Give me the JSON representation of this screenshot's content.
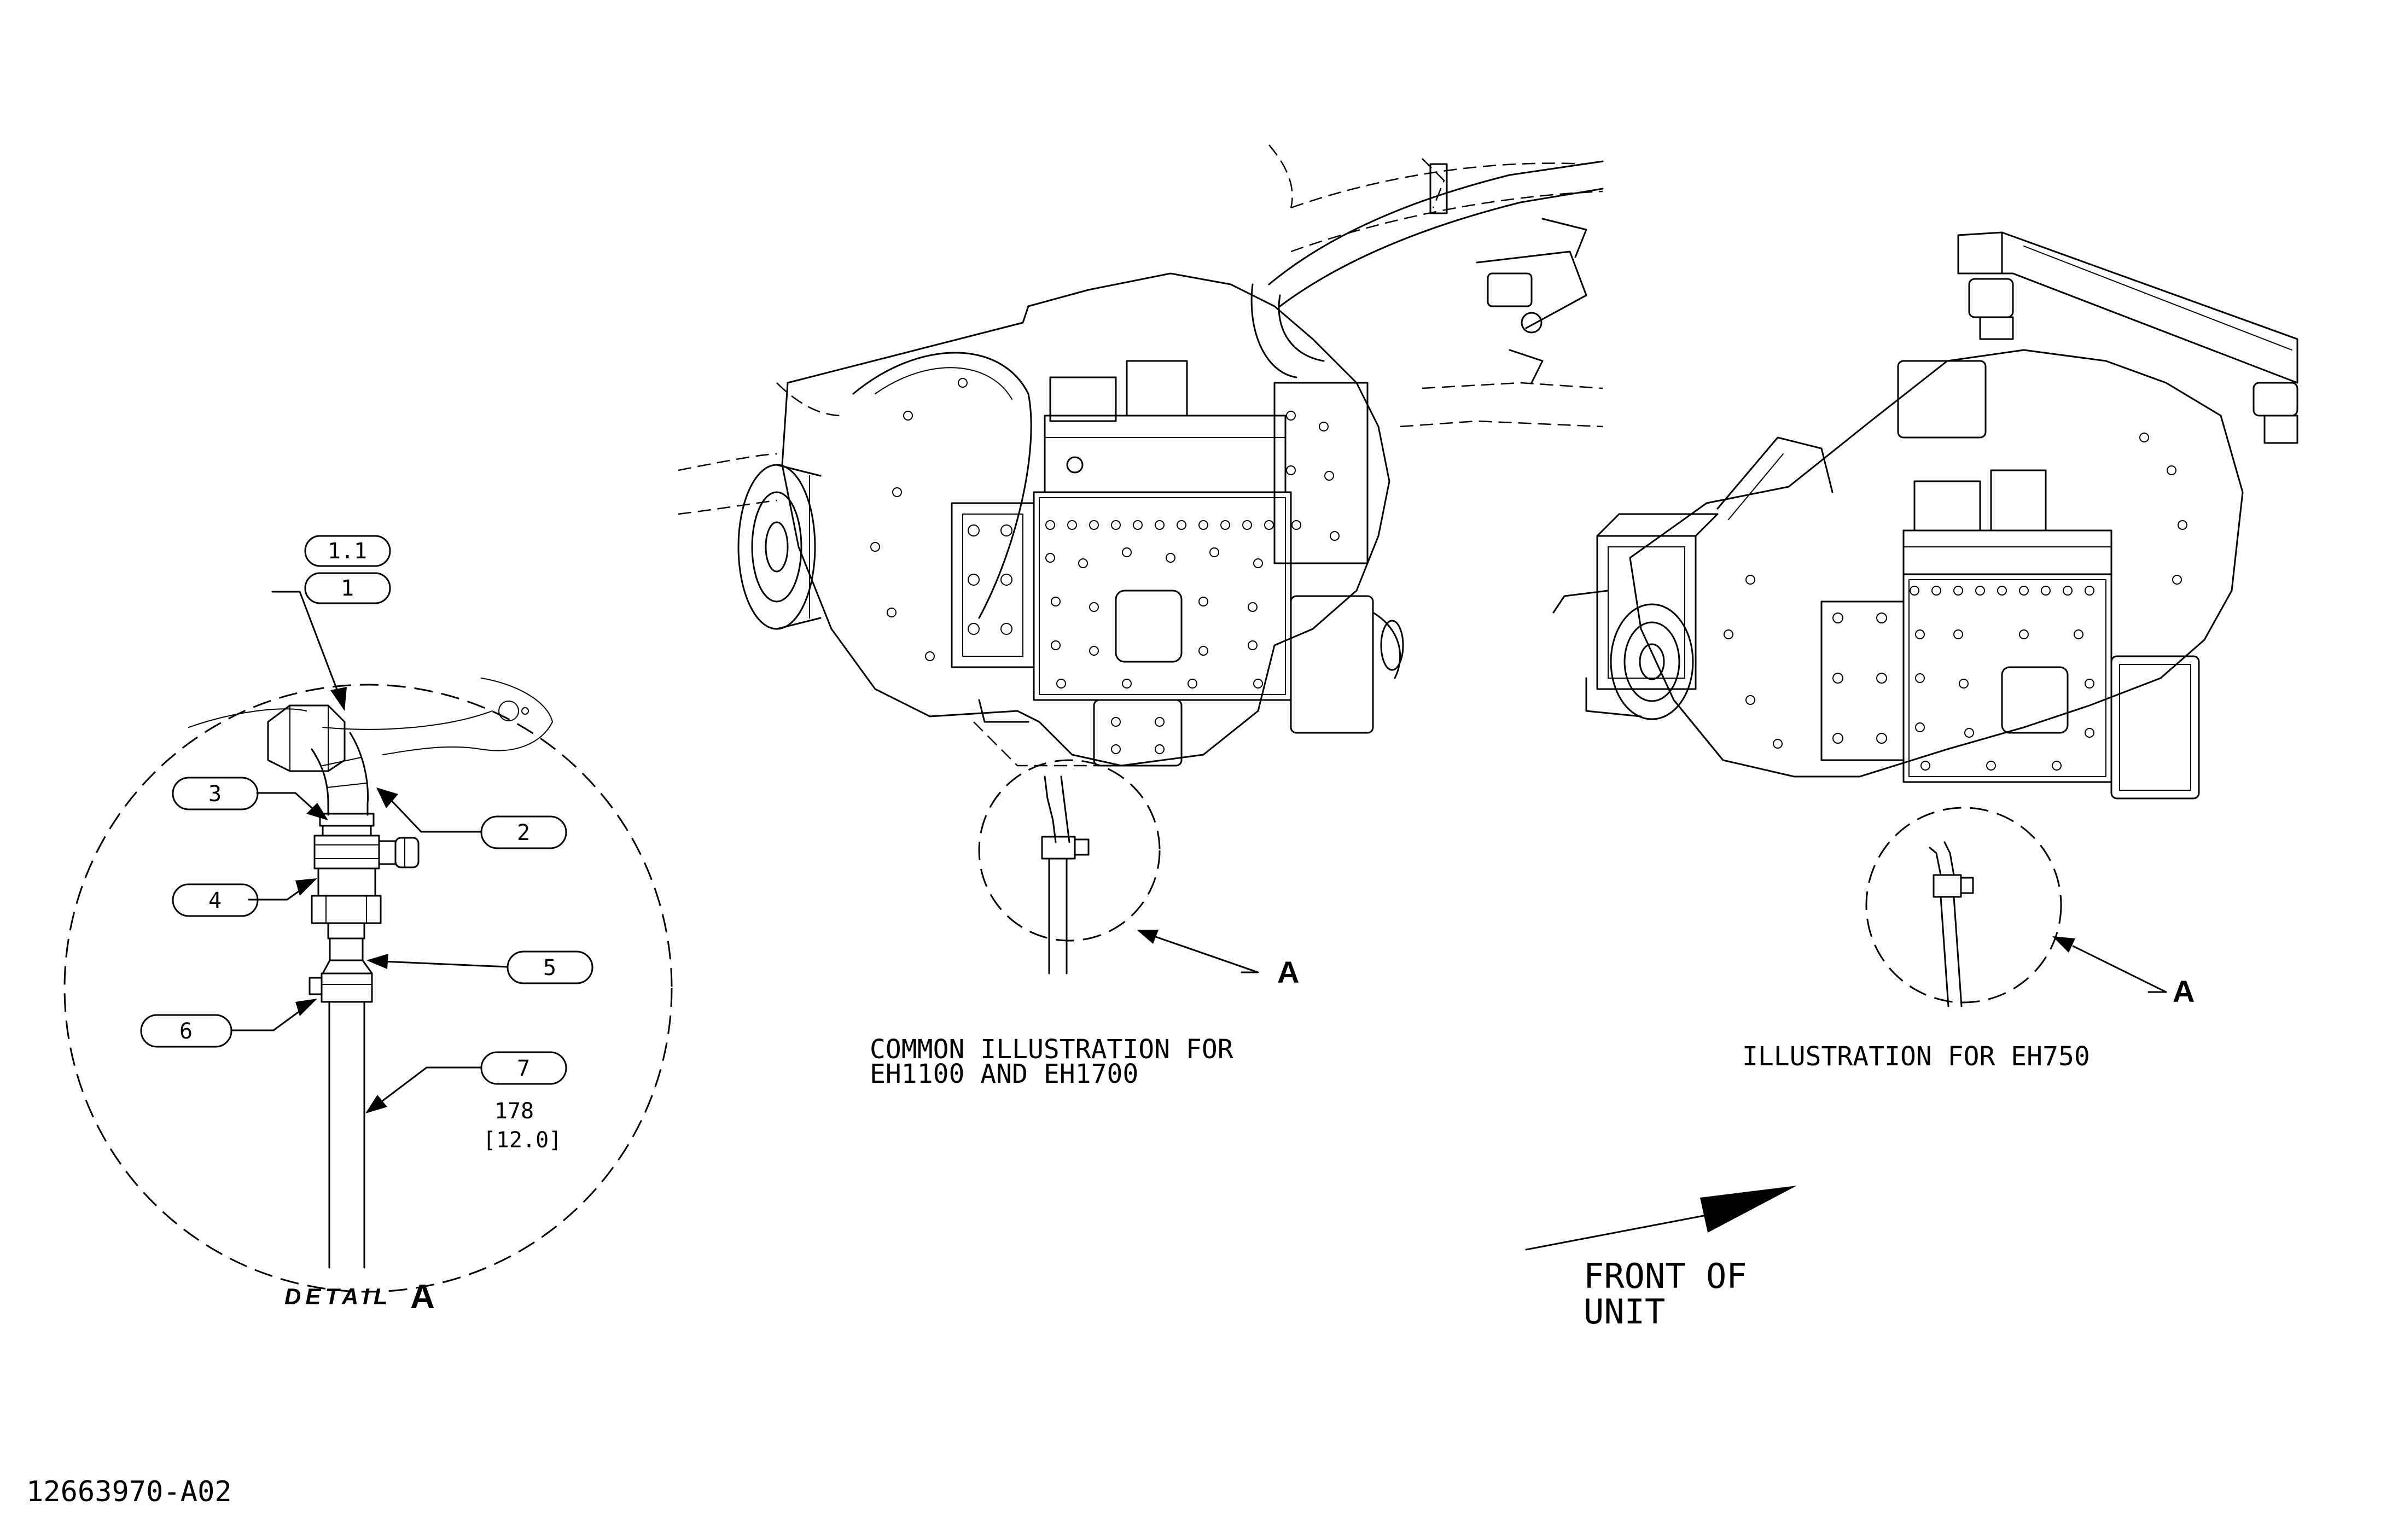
{
  "detail": {
    "title_word": "DETAIL",
    "title_letter": "A",
    "callouts": [
      "1.1",
      "1",
      "3",
      "2",
      "4",
      "5",
      "6",
      "7"
    ],
    "dimension_mm": "178",
    "dimension_in": "[12.0]"
  },
  "illustrations": {
    "common": {
      "caption_line1": "COMMON ILLUSTRATION FOR",
      "caption_line2": "EH1100 AND EH1700",
      "detail_ref": "A"
    },
    "eh750": {
      "caption": "ILLUSTRATION FOR EH750",
      "detail_ref": "A"
    }
  },
  "direction": {
    "line1": "FRONT OF",
    "line2": "UNIT"
  },
  "figure_number": "12663970-A02"
}
